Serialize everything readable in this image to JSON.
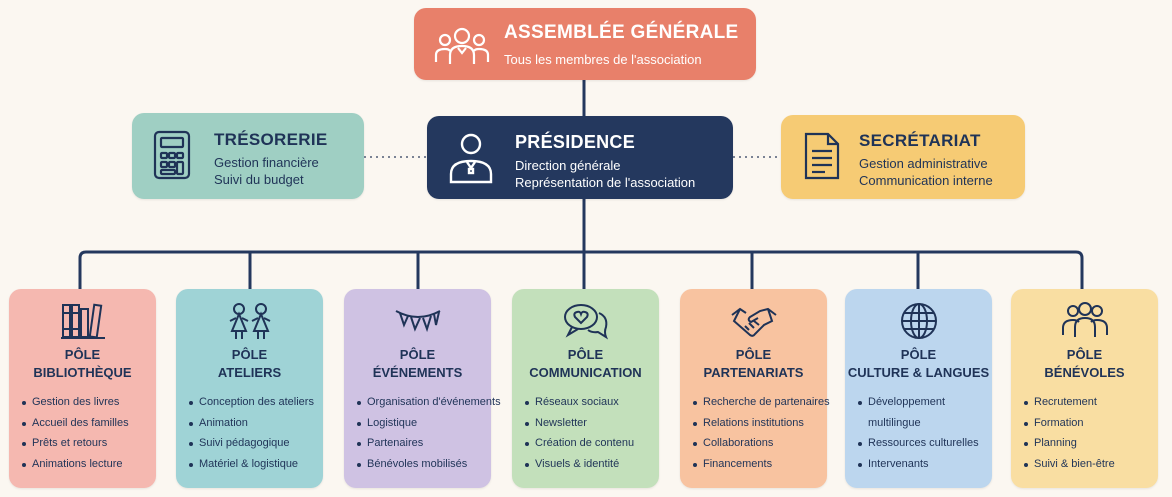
{
  "colors": {
    "background": "#fbf7f1",
    "connector": "#24385e",
    "assemblee": "#e8806a",
    "presidence": "#24385e",
    "tresorerie": "#9fcfc3",
    "secretariat": "#f6cb74",
    "text_dark": "#1f3357"
  },
  "assemblee": {
    "icon": "group-icon",
    "title": "ASSEMBLÉE GÉNÉRALE",
    "subtitle": "Tous les membres de l'association"
  },
  "presidence": {
    "icon": "person-icon",
    "title": "PRÉSIDENCE",
    "lines": [
      "Direction générale",
      "Représentation de l'association"
    ]
  },
  "tresorerie": {
    "icon": "calculator-icon",
    "title": "TRÉSORERIE",
    "lines": [
      "Gestion financière",
      "Suivi du budget"
    ]
  },
  "secretariat": {
    "icon": "document-icon",
    "title": "SECRÉTARIAT",
    "lines": [
      "Gestion administrative",
      "Communication interne"
    ]
  },
  "poles": [
    {
      "icon": "books-icon",
      "color": "#f5b8b0",
      "title_1": "PÔLE",
      "title_2": "BIBLIOTHÈQUE",
      "items": [
        "Gestion des livres",
        "Accueil des familles",
        "Prêts et retours",
        "Animations lecture"
      ]
    },
    {
      "icon": "children-icon",
      "color": "#9fd3d6",
      "title_1": "PÔLE",
      "title_2": "ATELIERS",
      "items": [
        "Conception des ateliers",
        "Animation",
        "Suivi pédagogique",
        "Matériel & logistique"
      ]
    },
    {
      "icon": "bunting-icon",
      "color": "#cfc2e3",
      "title_1": "PÔLE",
      "title_2": "ÉVÉNEMENTS",
      "items": [
        "Organisation d'événements",
        "Logistique",
        "Partenaires",
        "Bénévoles mobilisés"
      ]
    },
    {
      "icon": "chat-bubbles-icon",
      "color": "#c3e0bb",
      "title_1": "PÔLE",
      "title_2": "COMMUNICATION",
      "items": [
        "Réseaux sociaux",
        "Newsletter",
        "Création de contenu",
        "Visuels & identité"
      ]
    },
    {
      "icon": "handshake-icon",
      "color": "#f8c3a0",
      "title_1": "PÔLE",
      "title_2": "PARTENARIATS",
      "items": [
        "Recherche de partenaires",
        "Relations institutions",
        "Collaborations",
        "Financements"
      ]
    },
    {
      "icon": "globe-icon",
      "color": "#bcd6ee",
      "title_1": "PÔLE",
      "title_2": "CULTURE & LANGUES",
      "items": [
        "Développement",
        "multilingue",
        "Ressources culturelles",
        "Intervenants"
      ]
    },
    {
      "icon": "people-icon",
      "color": "#f9dea2",
      "title_1": "PÔLE",
      "title_2": "BÉNÉVOLES",
      "items": [
        "Recrutement",
        "Formation",
        "Planning",
        "Suivi & bien-être"
      ]
    }
  ]
}
